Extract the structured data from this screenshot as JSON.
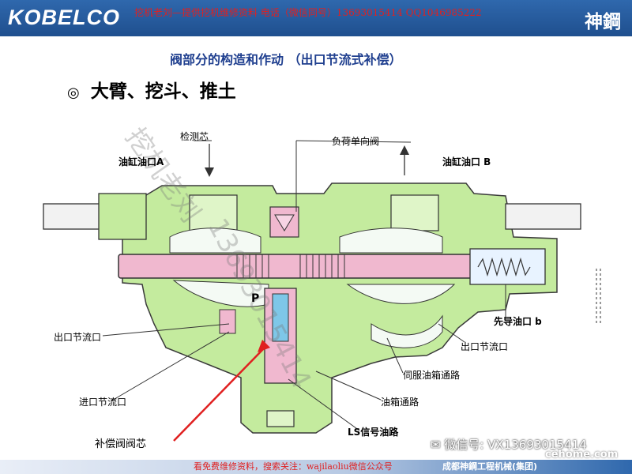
{
  "header": {
    "logo": "KOBELCO",
    "contact": "挖机老刘—提供挖机维修资料 电话（微信同号）13693015414 QQ1046985222",
    "brand_cn": "神鋼"
  },
  "title": "阀部分的构造和作动 （出口节流式补偿）",
  "subtitle": "大臂、挖斗、推土",
  "labels": {
    "check_core": "检测芯",
    "load_check_valve": "负荷单向阀",
    "cyl_port_a": "油缸油口A",
    "cyl_port_b": "油缸油口 B",
    "pilot_port_b": "先导油口 b",
    "meter_out_left": "出口节流口",
    "meter_out_right": "出口节流口",
    "servo_tank_passage": "伺服油箱通路",
    "meter_in": "进口节流口",
    "tank_passage": "油箱通路",
    "ls_signal": "LS信号油路",
    "compensator_spool": "补偿阀阀芯",
    "pressure_p": "P"
  },
  "watermarks": {
    "diag_a": "挖机老刘",
    "diag_b": "13693015414"
  },
  "footer": {
    "text": "看免费维修资料，搜索关注：wajilaoliu微信公众号",
    "company": "成都神鋼工程机械(集团)",
    "wechat": "微信号: VX13693015414",
    "site": "cehome.com"
  },
  "colors": {
    "header_blue": "#2f68ad",
    "body_green": "#c4eb9e",
    "spool_pink": "#f0b8cf",
    "passage_white": "#f4faf4",
    "title_blue": "#1f3f8f",
    "arrow_red": "#e02020"
  }
}
